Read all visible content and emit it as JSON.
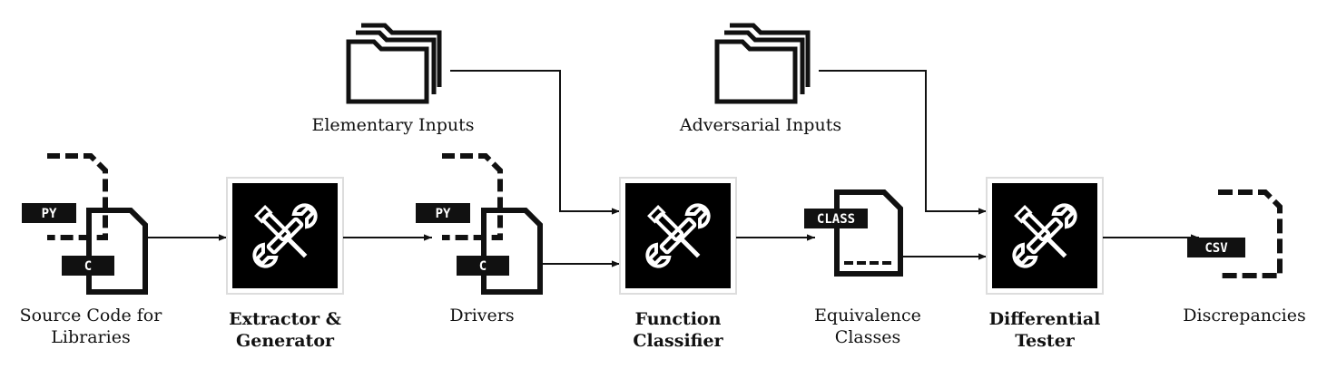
{
  "labels": {
    "source_code": "Source Code for\nLibraries",
    "extractor": "Extractor &\nGenerator",
    "drivers": "Drivers",
    "elementary_inputs": "Elementary Inputs",
    "function_classifier": "Function\nClassifier",
    "adversarial_inputs": "Adversarial Inputs",
    "equivalence_classes": "Equivalence\nClasses",
    "differential_tester": "Differential\nTester",
    "discrepancies": "Discrepancies"
  },
  "file_tags": {
    "py": "PY",
    "c": "C",
    "class": "CLASS",
    "csv": "CSV"
  },
  "icons": {
    "tool": "tools-icon",
    "folder": "folder-stack-icon",
    "file": "file-icon"
  },
  "colors": {
    "ink": "#111111",
    "tool_bg": "#000000",
    "tool_fg": "#ffffff",
    "background": "#ffffff"
  }
}
